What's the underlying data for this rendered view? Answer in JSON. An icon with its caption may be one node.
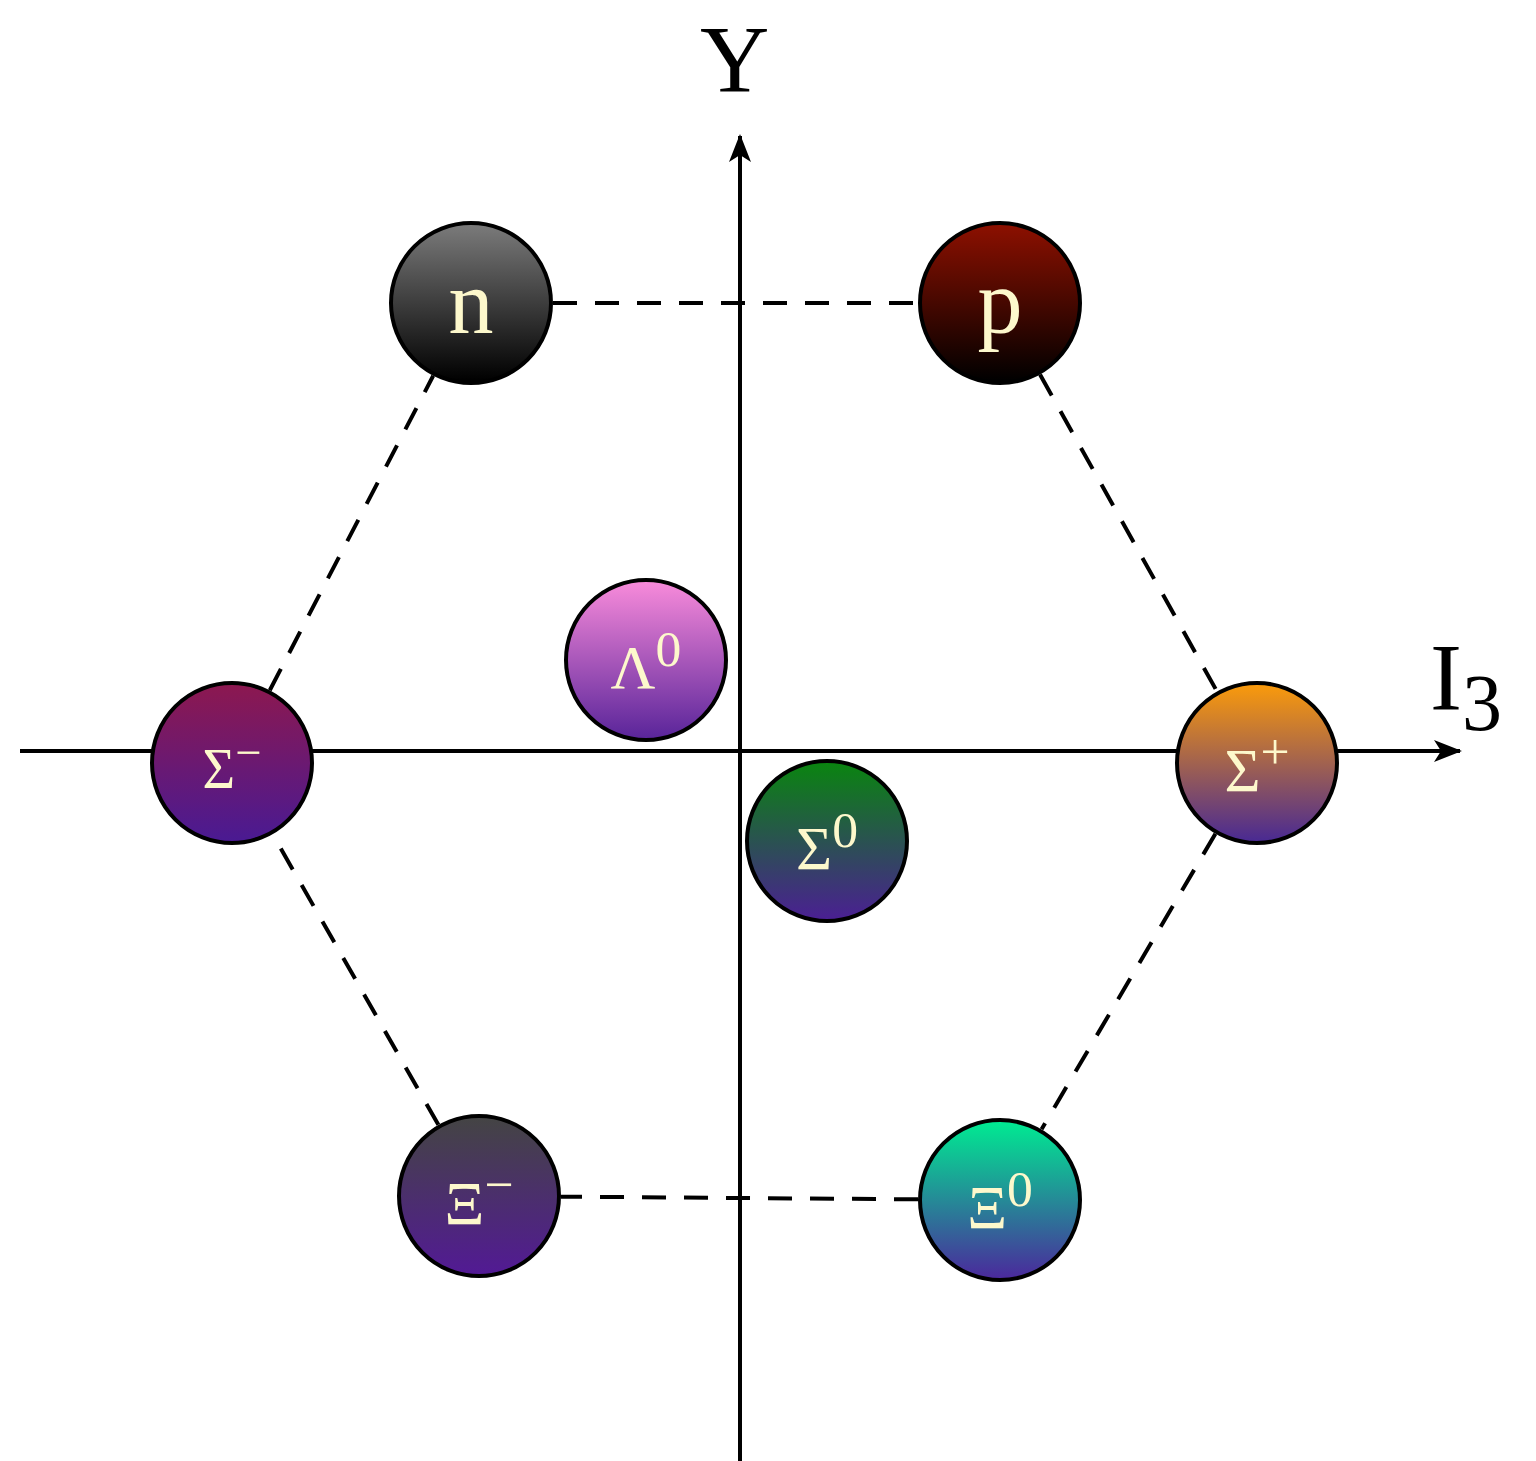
{
  "diagram": {
    "nodes": [
      {
        "text": [
          "n"
        ]
      },
      {
        "text": [
          "p"
        ]
      },
      {
        "text": [
          "Σ$^{−}$"
        ]
      },
      {
        "text": [
          "Λ$^{0}$"
        ]
      },
      {
        "text": [
          "Σ$^{+}$"
        ]
      },
      {
        "text": [
          "Σ$^{0}$"
        ]
      },
      {
        "text": [
          "Ξ$^{−}$"
        ]
      },
      {
        "text": [
          "Ξ$^{0}$"
        ]
      }
    ],
    "edges": [
      {
        "from": 0,
        "to": 1,
        "arrow": "none",
        "style": "dashed"
      },
      {
        "from": 1,
        "to": 4,
        "arrow": "none",
        "style": "dashed"
      },
      {
        "from": 4,
        "to": 7,
        "arrow": "none",
        "style": "dashed"
      },
      {
        "from": 7,
        "to": 6,
        "arrow": "none",
        "style": "dashed"
      },
      {
        "from": 6,
        "to": 2,
        "arrow": "none",
        "style": "dashed"
      },
      {
        "from": 2,
        "to": 0,
        "arrow": "none",
        "style": "dashed"
      }
    ],
    "labels": [
      "Y",
      "I$_{3}$"
    ]
  }
}
